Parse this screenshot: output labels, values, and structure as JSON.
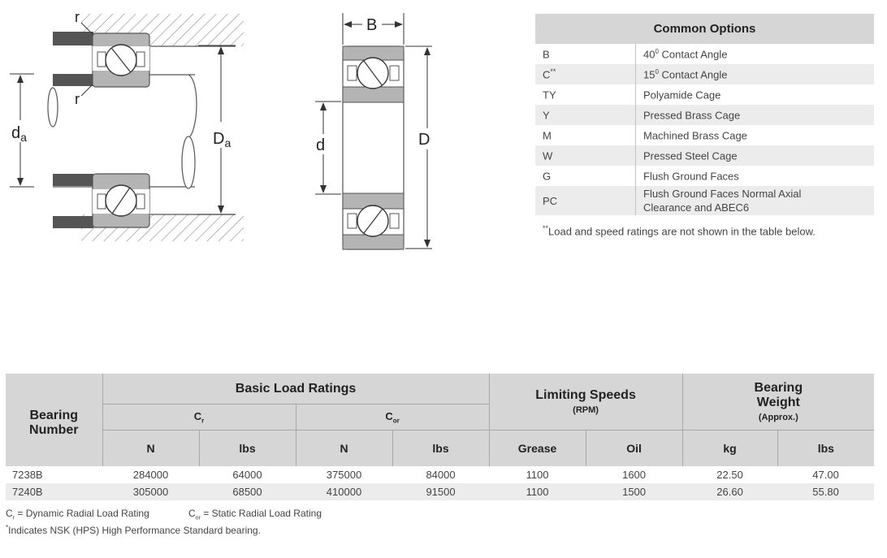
{
  "diagram_labels": {
    "r_top": "r",
    "r_mid": "r",
    "da": "d",
    "da_sub": "a",
    "Da": "D",
    "Da_sub": "a",
    "B": "B",
    "d": "d",
    "D": "D"
  },
  "common_options": {
    "title": "Common Options",
    "rows": [
      {
        "code": "B",
        "code_sup": "",
        "desc": "40",
        "desc_sup": "0",
        "desc_rest": " Contact Angle"
      },
      {
        "code": "C",
        "code_sup": "**",
        "desc": "15",
        "desc_sup": "0",
        "desc_rest": " Contact Angle"
      },
      {
        "code": "TY",
        "code_sup": "",
        "desc": "Polyamide Cage",
        "desc_sup": "",
        "desc_rest": ""
      },
      {
        "code": "Y",
        "code_sup": "",
        "desc": "Pressed Brass Cage",
        "desc_sup": "",
        "desc_rest": ""
      },
      {
        "code": "M",
        "code_sup": "",
        "desc": "Machined Brass Cage",
        "desc_sup": "",
        "desc_rest": ""
      },
      {
        "code": "W",
        "code_sup": "",
        "desc": "Pressed Steel Cage",
        "desc_sup": "",
        "desc_rest": ""
      },
      {
        "code": "G",
        "code_sup": "",
        "desc": "Flush Ground Faces",
        "desc_sup": "",
        "desc_rest": ""
      }
    ],
    "last_row": {
      "code": "PC",
      "line1": "Flush Ground Faces Normal Axial",
      "line2": "Clearance and ABEC6"
    },
    "note_mark": "**",
    "note": "Load and speed ratings are not shown in the table below."
  },
  "table": {
    "bearing_number_1": "Bearing",
    "bearing_number_2": "Number",
    "basic_load": "Basic Load Ratings",
    "cr": "C",
    "cr_sub": "r",
    "cor": "C",
    "cor_sub": "or",
    "limiting": "Limiting Speeds",
    "rpm": "(RPM)",
    "weight_1": "Bearing",
    "weight_2": "Weight",
    "approx": "(Approx.)",
    "units": [
      "N",
      "lbs",
      "N",
      "lbs",
      "Grease",
      "Oil",
      "kg",
      "lbs"
    ],
    "rows": [
      {
        "bearing": "7238B",
        "values": [
          "284000",
          "64000",
          "375000",
          "84000",
          "1100",
          "1600",
          "22.50",
          "47.00"
        ]
      },
      {
        "bearing": "7240B",
        "values": [
          "305000",
          "68500",
          "410000",
          "91500",
          "1100",
          "1500",
          "26.60",
          "55.80"
        ]
      }
    ]
  },
  "footnotes": {
    "cr": "C",
    "cr_sub": "r",
    "cr_text": " = Dynamic Radial Load Rating",
    "cor": "C",
    "cor_sub": "or",
    "cor_text": " = Static Radial Load Rating",
    "hps_mark": "*",
    "hps_text": "Indicates NSK (HPS) High Performance Standard bearing."
  },
  "colors": {
    "header_bg": "#d6d6d6",
    "row_shade": "#ececec",
    "bearing_gray": "#b4b4b4",
    "dark_shoulder": "#555555"
  }
}
